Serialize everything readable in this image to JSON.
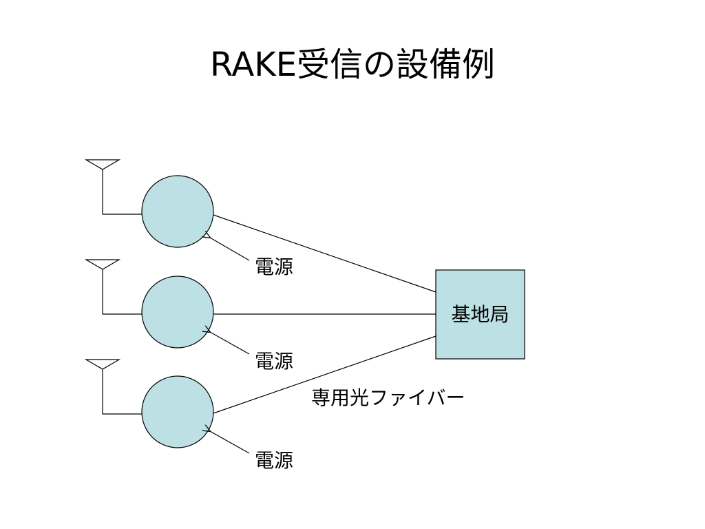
{
  "title": "RAKE受信の設備例",
  "diagram": {
    "power_label": "電源",
    "base_station_label": "基地局",
    "fiber_label": "専用光ファイバー",
    "colors": {
      "node_fill": "#bde0e4",
      "line": "#000000"
    }
  }
}
